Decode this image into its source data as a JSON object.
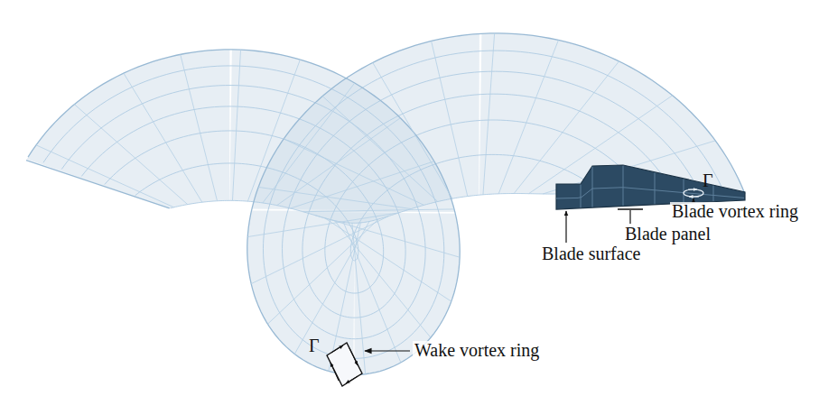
{
  "diagram": {
    "labels": [
      "Γ",
      "Blade vortex ring",
      "Blade panel",
      "Blade surface",
      "Γ",
      "Wake vortex ring"
    ]
  }
}
